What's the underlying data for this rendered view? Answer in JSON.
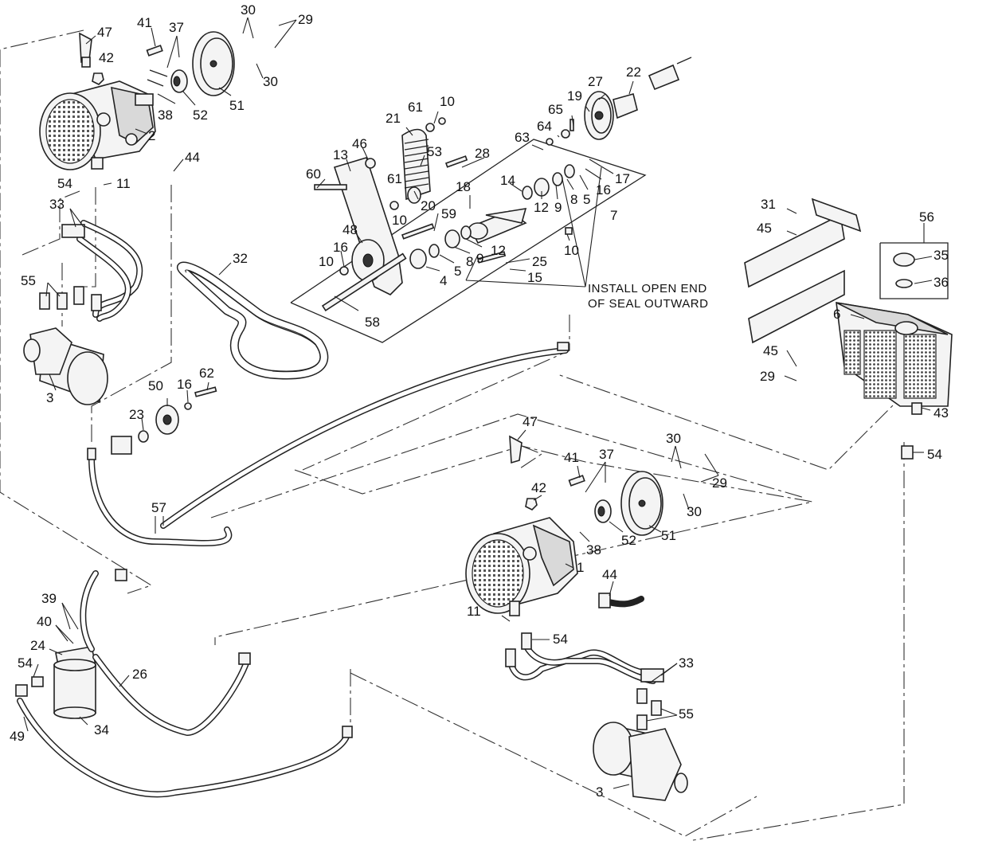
{
  "diagram": {
    "note": {
      "line1": "INSTALL OPEN END",
      "line2": "OF SEAL OUTWARD"
    },
    "callouts": [
      {
        "id": "c47a",
        "text": "47"
      },
      {
        "id": "c41a",
        "text": "41"
      },
      {
        "id": "c37a",
        "text": "37"
      },
      {
        "id": "c30a",
        "text": "30"
      },
      {
        "id": "c29a",
        "text": "29"
      },
      {
        "id": "c42a",
        "text": "42"
      },
      {
        "id": "c30b",
        "text": "30"
      },
      {
        "id": "c38a",
        "text": "38"
      },
      {
        "id": "c52a",
        "text": "52"
      },
      {
        "id": "c51a",
        "text": "51"
      },
      {
        "id": "c2",
        "text": "2"
      },
      {
        "id": "c44a",
        "text": "44"
      },
      {
        "id": "c54a",
        "text": "54"
      },
      {
        "id": "c11a",
        "text": "11"
      },
      {
        "id": "c33a",
        "text": "33"
      },
      {
        "id": "c55a",
        "text": "55"
      },
      {
        "id": "c3a",
        "text": "3"
      },
      {
        "id": "c32",
        "text": "32"
      },
      {
        "id": "c61a",
        "text": "61"
      },
      {
        "id": "c10a",
        "text": "10"
      },
      {
        "id": "c21",
        "text": "21"
      },
      {
        "id": "c46",
        "text": "46"
      },
      {
        "id": "c13",
        "text": "13"
      },
      {
        "id": "c53",
        "text": "53"
      },
      {
        "id": "c28",
        "text": "28"
      },
      {
        "id": "c60",
        "text": "60"
      },
      {
        "id": "c61b",
        "text": "61"
      },
      {
        "id": "c18",
        "text": "18"
      },
      {
        "id": "c20",
        "text": "20"
      },
      {
        "id": "c10b",
        "text": "10"
      },
      {
        "id": "c59",
        "text": "59"
      },
      {
        "id": "c48",
        "text": "48"
      },
      {
        "id": "c16a",
        "text": "16"
      },
      {
        "id": "c10c",
        "text": "10"
      },
      {
        "id": "c4",
        "text": "4"
      },
      {
        "id": "c5a",
        "text": "5"
      },
      {
        "id": "c8a",
        "text": "8"
      },
      {
        "id": "c9a",
        "text": "9"
      },
      {
        "id": "c12a",
        "text": "12"
      },
      {
        "id": "c58",
        "text": "58"
      },
      {
        "id": "c14",
        "text": "14"
      },
      {
        "id": "c12b",
        "text": "12"
      },
      {
        "id": "c9b",
        "text": "9"
      },
      {
        "id": "c8b",
        "text": "8"
      },
      {
        "id": "c5b",
        "text": "5"
      },
      {
        "id": "c16b",
        "text": "16"
      },
      {
        "id": "c17",
        "text": "17"
      },
      {
        "id": "c7",
        "text": "7"
      },
      {
        "id": "c10d",
        "text": "10"
      },
      {
        "id": "c25",
        "text": "25"
      },
      {
        "id": "c15",
        "text": "15"
      },
      {
        "id": "c63",
        "text": "63"
      },
      {
        "id": "c64",
        "text": "64"
      },
      {
        "id": "c65",
        "text": "65"
      },
      {
        "id": "c19",
        "text": "19"
      },
      {
        "id": "c27",
        "text": "27"
      },
      {
        "id": "c22",
        "text": "22"
      },
      {
        "id": "c31",
        "text": "31"
      },
      {
        "id": "c45a",
        "text": "45"
      },
      {
        "id": "c56",
        "text": "56"
      },
      {
        "id": "c35",
        "text": "35"
      },
      {
        "id": "c36",
        "text": "36"
      },
      {
        "id": "c6",
        "text": "6"
      },
      {
        "id": "c45b",
        "text": "45"
      },
      {
        "id": "c29b",
        "text": "29"
      },
      {
        "id": "c43",
        "text": "43"
      },
      {
        "id": "c54b",
        "text": "54"
      },
      {
        "id": "c50",
        "text": "50"
      },
      {
        "id": "c16c",
        "text": "16"
      },
      {
        "id": "c62",
        "text": "62"
      },
      {
        "id": "c23",
        "text": "23"
      },
      {
        "id": "c57",
        "text": "57"
      },
      {
        "id": "c47b",
        "text": "47"
      },
      {
        "id": "c41b",
        "text": "41"
      },
      {
        "id": "c37b",
        "text": "37"
      },
      {
        "id": "c30c",
        "text": "30"
      },
      {
        "id": "c29c",
        "text": "29"
      },
      {
        "id": "c42b",
        "text": "42"
      },
      {
        "id": "c30d",
        "text": "30"
      },
      {
        "id": "c38b",
        "text": "38"
      },
      {
        "id": "c52b",
        "text": "52"
      },
      {
        "id": "c51b",
        "text": "51"
      },
      {
        "id": "c1",
        "text": "1"
      },
      {
        "id": "c44b",
        "text": "44"
      },
      {
        "id": "c11b",
        "text": "11"
      },
      {
        "id": "c54c",
        "text": "54"
      },
      {
        "id": "c33b",
        "text": "33"
      },
      {
        "id": "c55b",
        "text": "55"
      },
      {
        "id": "c3b",
        "text": "3"
      },
      {
        "id": "c39",
        "text": "39"
      },
      {
        "id": "c40",
        "text": "40"
      },
      {
        "id": "c24",
        "text": "24"
      },
      {
        "id": "c54d",
        "text": "54"
      },
      {
        "id": "c26",
        "text": "26"
      },
      {
        "id": "c34",
        "text": "34"
      },
      {
        "id": "c49",
        "text": "49"
      }
    ]
  }
}
